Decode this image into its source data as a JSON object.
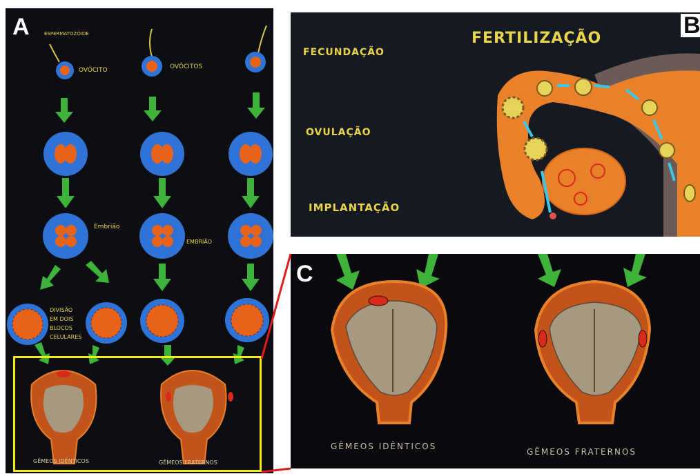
{
  "panels": {
    "a": {
      "letter": "A",
      "labels": {
        "sperm": "ESPERMATOZÓIDE",
        "oocyte": "OVÓCITO",
        "oocytes": "OVÓCITOS",
        "embryo_1": "Embrião",
        "embryo_2": "EMBRIÃO",
        "division_1": "DIVISÃO",
        "division_2": "EM DOIS",
        "division_3": "BLOCOS",
        "division_4": "CELULARES",
        "identical_twins": "GÊMEOS IDÊNTICOS",
        "fraternal_twins": "GÊMEOS FRATERNOS"
      }
    },
    "b": {
      "letter": "B",
      "labels": {
        "title": "FERTILIZAÇÃO",
        "fecundation": "FECUNDAÇÃO",
        "ovulation": "OVULAÇÃO",
        "implantation": "IMPLANTAÇÃO"
      }
    },
    "c": {
      "letter": "C",
      "labels": {
        "identical_twins": "GÊMEOS IDÊNTICOS",
        "fraternal_twins": "GÊMEOS FRATERNOS"
      }
    }
  },
  "colors": {
    "highlight": "#f2ee12",
    "callout": "#e01b1b",
    "chalk_text": "#e8d44a",
    "arrow": "#3fb23a",
    "zona": "#2f73d6",
    "cell": "#e8631a",
    "uterus": "#c2531a",
    "placenta_tissue": "#a79880"
  }
}
